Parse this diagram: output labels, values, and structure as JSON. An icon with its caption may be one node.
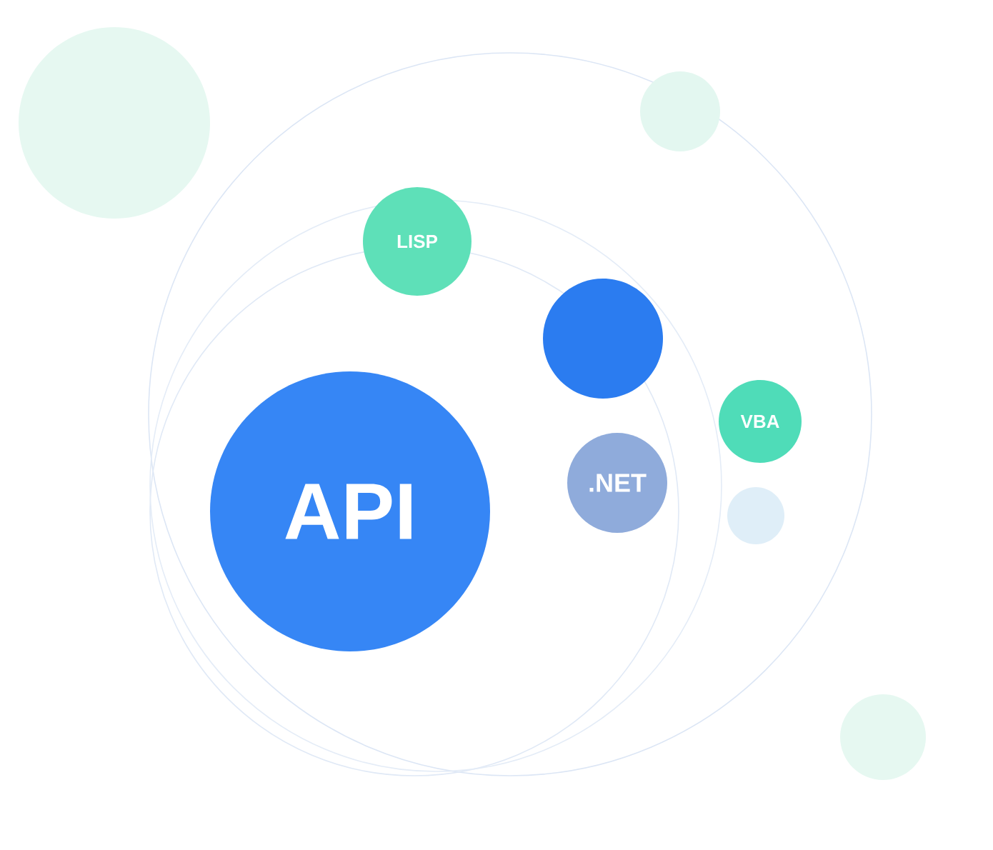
{
  "diagram": {
    "nodes": [
      {
        "text": [],
        "shape": "circle"
      },
      {
        "text": [],
        "shape": "circle"
      },
      {
        "text": [
          "LISP"
        ]
      },
      {
        "text": [],
        "shape": "circle"
      },
      {
        "text": [
          "VBA"
        ]
      },
      {
        "text": [
          "API"
        ]
      },
      {
        "text": [
          ".NET"
        ]
      },
      {
        "text": [],
        "shape": "circle"
      },
      {
        "text": [],
        "shape": "circle"
      }
    ]
  }
}
